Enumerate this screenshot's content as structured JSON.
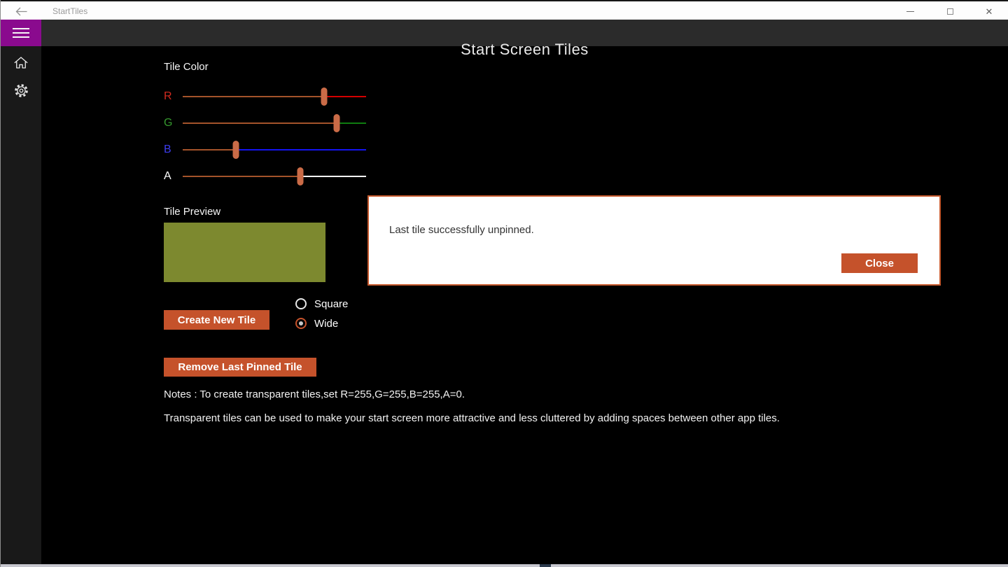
{
  "titlebar": {
    "app_title": "StartTiles",
    "back_icon": "back-arrow",
    "minimize_icon": "minimize",
    "maximize_icon": "maximize",
    "close_icon": "close",
    "close_glyph": "✕"
  },
  "header": {
    "title": "Start Screen Tiles",
    "menu_icon": "hamburger"
  },
  "sidebar": {
    "items": [
      {
        "name": "home",
        "icon": "home-icon"
      },
      {
        "name": "settings",
        "icon": "settings-gear-icon"
      }
    ]
  },
  "colors": {
    "accent_orange": "#c5522b",
    "hamburger_purple": "#8a0a8e",
    "header_bg": "#2b2b2b",
    "sidebar_bg": "#191919",
    "content_bg": "#000000",
    "slider_thumb": "#ca6b47",
    "slider_fill": "#a4532a",
    "dialog_border": "#c75a2e"
  },
  "tile_color": {
    "label": "Tile Color",
    "sliders": [
      {
        "id": "r",
        "label": "R",
        "percent": 77,
        "label_color": "#d42a1f",
        "track_color": "#d40000"
      },
      {
        "id": "g",
        "label": "G",
        "percent": 84,
        "label_color": "#35992e",
        "track_color": "#0f7c10"
      },
      {
        "id": "b",
        "label": "B",
        "percent": 29,
        "label_color": "#3d3dee",
        "track_color": "#1414f0"
      },
      {
        "id": "a",
        "label": "A",
        "percent": 64,
        "label_color": "#ffffff",
        "track_color": "#ffffff"
      }
    ]
  },
  "tile_preview": {
    "label": "Tile Preview",
    "color": "#7d892f"
  },
  "dialog": {
    "message": "Last tile successfully unpinned.",
    "close_label": "Close"
  },
  "actions": {
    "create_button": "Create New Tile",
    "remove_button": "Remove Last Pinned Tile",
    "size_options": [
      {
        "label": "Square",
        "selected": false
      },
      {
        "label": "Wide",
        "selected": true
      }
    ]
  },
  "notes": {
    "line1": "Notes : To create transparent tiles,set R=255,G=255,B=255,A=0.",
    "line2": "Transparent tiles can be used to make your start screen more attractive and less cluttered by adding spaces between other app tiles."
  }
}
